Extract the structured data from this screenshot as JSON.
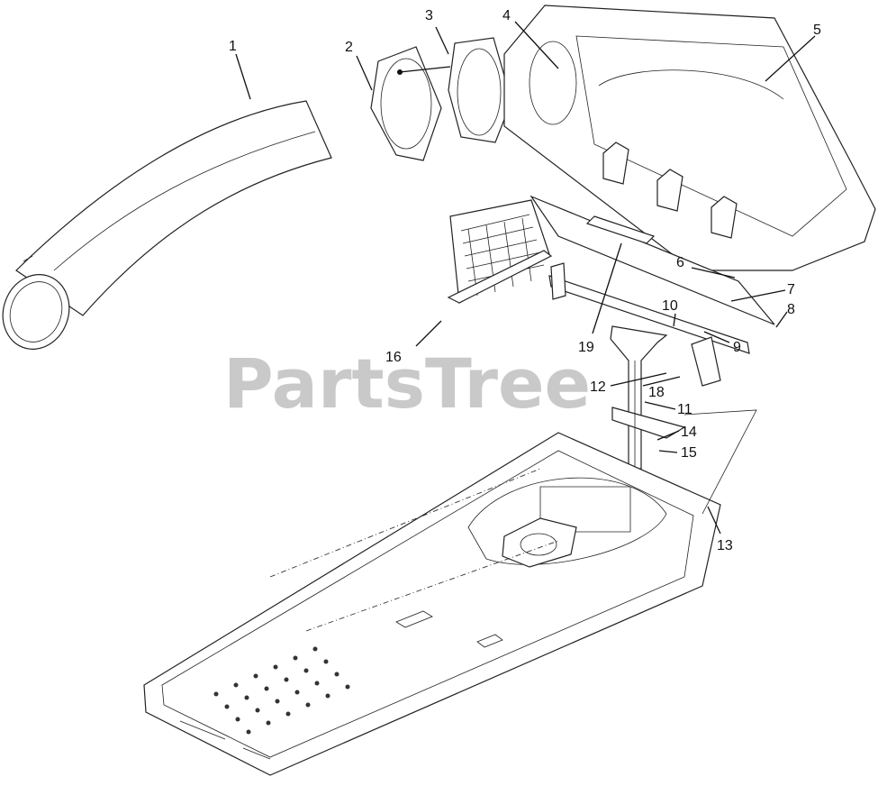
{
  "watermark": "PartsTree",
  "callouts": [
    "1",
    "2",
    "3",
    "4",
    "5",
    "6",
    "7",
    "8",
    "9",
    "10",
    "11",
    "12",
    "13",
    "14",
    "15",
    "16",
    "18",
    "19"
  ]
}
